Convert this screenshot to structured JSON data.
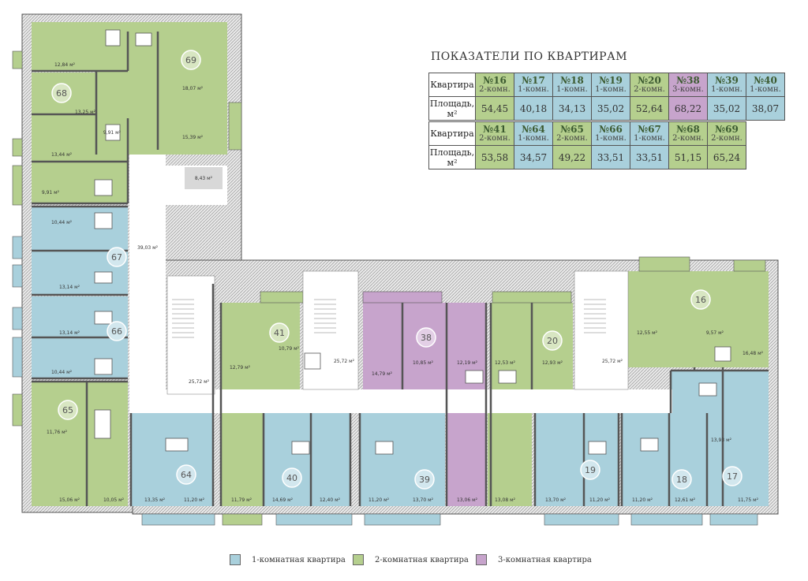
{
  "title": "ПОКАЗАТЕЛИ ПО КВАРТИРАМ",
  "table_row_labels": {
    "apartment": "Квартира",
    "area": "Площадь, м²"
  },
  "table1": [
    {
      "num": "№16",
      "type": "2-комн.",
      "area": "54,45",
      "color": "#b5cf8e"
    },
    {
      "num": "№17",
      "type": "1-комн.",
      "area": "40,18",
      "color": "#a9d0dc"
    },
    {
      "num": "№18",
      "type": "1-комн.",
      "area": "34,13",
      "color": "#a9d0dc"
    },
    {
      "num": "№19",
      "type": "1-комн.",
      "area": "35,02",
      "color": "#a9d0dc"
    },
    {
      "num": "№20",
      "type": "2-комн.",
      "area": "52,64",
      "color": "#b5cf8e"
    },
    {
      "num": "№38",
      "type": "3-комн.",
      "area": "68,22",
      "color": "#c7a4cc"
    },
    {
      "num": "№39",
      "type": "1-комн.",
      "area": "35,02",
      "color": "#a9d0dc"
    },
    {
      "num": "№40",
      "type": "1-комн.",
      "area": "38,07",
      "color": "#a9d0dc"
    }
  ],
  "table2": [
    {
      "num": "№41",
      "type": "2-комн.",
      "area": "53,58",
      "color": "#b5cf8e"
    },
    {
      "num": "№64",
      "type": "1-комн.",
      "area": "34,57",
      "color": "#a9d0dc"
    },
    {
      "num": "№65",
      "type": "2-комн.",
      "area": "49,22",
      "color": "#b5cf8e"
    },
    {
      "num": "№66",
      "type": "1-комн.",
      "area": "33,51",
      "color": "#a9d0dc"
    },
    {
      "num": "№67",
      "type": "1-комн.",
      "area": "33,51",
      "color": "#a9d0dc"
    },
    {
      "num": "№68",
      "type": "2-комн.",
      "area": "51,15",
      "color": "#b5cf8e"
    },
    {
      "num": "№69",
      "type": "2-комн.",
      "area": "65,24",
      "color": "#b5cf8e"
    }
  ],
  "legend": [
    {
      "label": "1-комнатная квартира",
      "color": "#a9d0dc"
    },
    {
      "label": "2-комнатная квартира",
      "color": "#b5cf8e"
    },
    {
      "label": "3-комнатная квартира",
      "color": "#c7a4cc"
    }
  ],
  "apartment_labels": [
    "69",
    "68",
    "67",
    "66",
    "65",
    "64",
    "41",
    "40",
    "38",
    "39",
    "20",
    "19",
    "16",
    "18",
    "17"
  ],
  "room_areas": {
    "a69_1": "12,84 м²",
    "a69_2": "18,07 м²",
    "a69_3": "15,39 м²",
    "a69_4": "9,91 м²",
    "a68_1": "13,25 м²",
    "a68_2": "13,44 м²",
    "a68_3": "9,91 м²",
    "hall_a": "8,43 м²",
    "a67_1": "10,44 м²",
    "a67_2": "13,14 м²",
    "a66_1": "13,14 м²",
    "a66_2": "10,44 м²",
    "a65_1": "11,76 м²",
    "a65_2": "15,06 м²",
    "a65_3": "10,05 м²",
    "corr1": "39,03 м²",
    "corr2": "25,72 м²",
    "corr3": "25,72 м²",
    "corr4": "25,72 м²",
    "a64_1": "13,35 м²",
    "a64_2": "11,20 м²",
    "a41_1": "12,79 м²",
    "a41_2": "10,79 м²",
    "a41_3": "11,79 м²",
    "a40_1": "14,69 м²",
    "a40_2": "12,40 м²",
    "a38_1": "14,79 м²",
    "a38_2": "10,85 м²",
    "a38_3": "12,19 м²",
    "a38_4": "13,06 м²",
    "a39_1": "11,20 м²",
    "a39_2": "13,70 м²",
    "a20_1": "12,53 м²",
    "a20_2": "12,93 м²",
    "a20_3": "13,08 м²",
    "a19_1": "13,70 м²",
    "a19_2": "11,20 м²",
    "a16_1": "12,55 м²",
    "a16_2": "9,57 м²",
    "a16_3": "16,48 м²",
    "a18_1": "11,20 м²",
    "a18_2": "12,61 м²",
    "a17_1": "13,93 м²",
    "a17_2": "11,75 м²"
  }
}
